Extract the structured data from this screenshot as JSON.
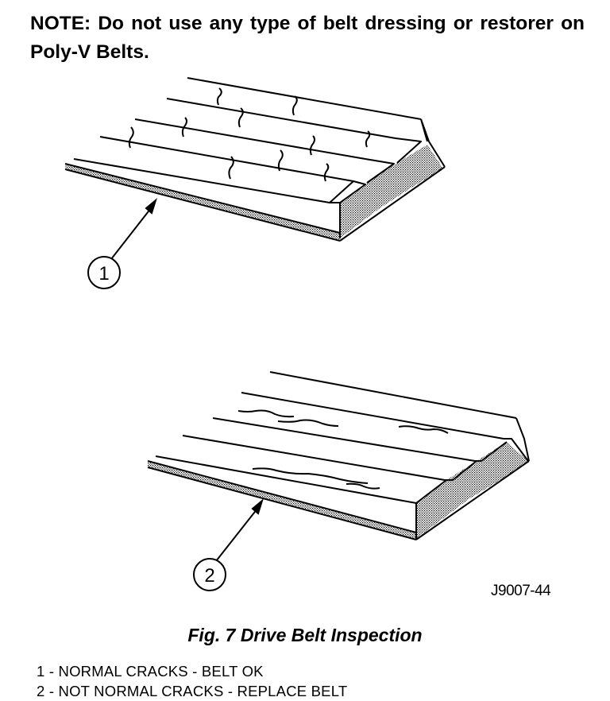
{
  "note": {
    "text": "NOTE: Do not use any type of belt dressing or restorer on Poly-V Belts."
  },
  "figure": {
    "callouts": [
      "1",
      "2"
    ],
    "code": "J9007-44",
    "caption": "Fig. 7 Drive Belt Inspection",
    "colors": {
      "ink": "#000000",
      "stipple": "#9a9a9a"
    }
  },
  "legend": {
    "items": [
      "1 - NORMAL CRACKS - BELT OK",
      "2 - NOT NORMAL CRACKS - REPLACE BELT"
    ]
  }
}
